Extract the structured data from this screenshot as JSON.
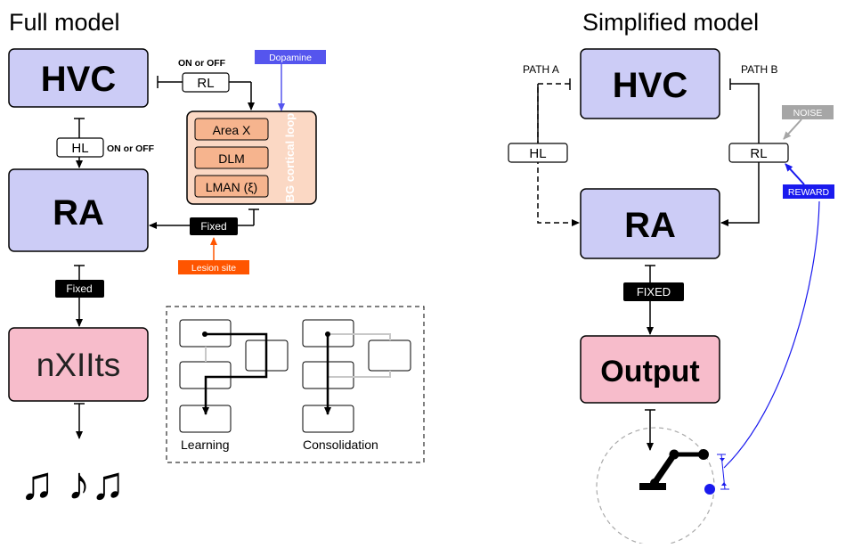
{
  "full_model": {
    "title": "Full model",
    "nodes": {
      "hvc": "HVC",
      "ra": "RA",
      "nxiits": "nXIIts"
    },
    "pathways": {
      "rl": "RL",
      "rl_note": "ON or OFF",
      "hl": "HL",
      "hl_note": "ON or OFF",
      "fixed_bg": "Fixed",
      "fixed_output": "Fixed"
    },
    "bg_loop": {
      "label": "BG cortical loop",
      "areas": [
        "Area X",
        "DLM",
        "LMAN (ξ)"
      ]
    },
    "dopamine": "Dopamine",
    "lesion_site": "Lesion site",
    "output_symbol": "♫ ♪♫",
    "inset": {
      "learning": "Learning",
      "consolidation": "Consolidation"
    }
  },
  "simplified_model": {
    "title": "Simplified model",
    "nodes": {
      "hvc": "HVC",
      "ra": "RA",
      "output": "Output"
    },
    "path_a": "PATH A",
    "path_b": "PATH B",
    "hl": "HL",
    "rl": "RL",
    "fixed": "FIXED",
    "noise": "NOISE",
    "reward": "REWARD"
  },
  "colors": {
    "node_blue": "#ccccf6",
    "node_pink": "#f7bccb",
    "bg_loop_fill": "#fbd8c4",
    "bg_area_fill": "#f6b48e",
    "dopamine_blue": "#5555ee",
    "lesion_orange": "#ff5500",
    "reward_blue": "#1a1aee",
    "noise_gray": "#a6a6a6"
  }
}
